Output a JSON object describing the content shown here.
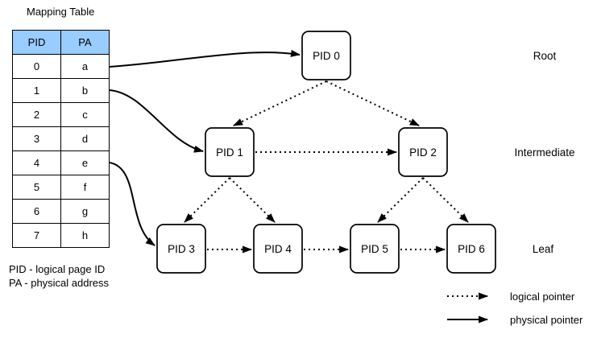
{
  "title": "Mapping Table",
  "table": {
    "headers": [
      "PID",
      "PA"
    ],
    "rows": [
      [
        "0",
        "a"
      ],
      [
        "1",
        "b"
      ],
      [
        "2",
        "c"
      ],
      [
        "3",
        "d"
      ],
      [
        "4",
        "e"
      ],
      [
        "5",
        "f"
      ],
      [
        "6",
        "g"
      ],
      [
        "7",
        "h"
      ]
    ],
    "header_bg": "#99CCFF"
  },
  "notes": [
    "PID - logical page ID",
    "PA - physical address"
  ],
  "tree": {
    "nodes": [
      {
        "id": "pid0",
        "label": "PID 0"
      },
      {
        "id": "pid1",
        "label": "PID 1"
      },
      {
        "id": "pid2",
        "label": "PID 2"
      },
      {
        "id": "pid3",
        "label": "PID 3"
      },
      {
        "id": "pid4",
        "label": "PID 4"
      },
      {
        "id": "pid5",
        "label": "PID 5"
      },
      {
        "id": "pid6",
        "label": "PID 6"
      }
    ],
    "level_labels": [
      "Root",
      "Intermediate",
      "Leaf"
    ],
    "logical_edges": [
      [
        "PID 0",
        "PID 1"
      ],
      [
        "PID 0",
        "PID 2"
      ],
      [
        "PID 1",
        "PID 2"
      ],
      [
        "PID 1",
        "PID 3"
      ],
      [
        "PID 1",
        "PID 4"
      ],
      [
        "PID 2",
        "PID 5"
      ],
      [
        "PID 2",
        "PID 6"
      ],
      [
        "PID 3",
        "PID 4"
      ],
      [
        "PID 4",
        "PID 5"
      ],
      [
        "PID 5",
        "PID 6"
      ]
    ],
    "physical_edges": [
      [
        "row 0 / a",
        "PID 0"
      ],
      [
        "row 1 / b",
        "PID 1"
      ],
      [
        "row 4 / e",
        "PID 3"
      ]
    ]
  },
  "legend": [
    {
      "style": "dotted",
      "label": "logical pointer"
    },
    {
      "style": "solid",
      "label": "physical pointer"
    }
  ],
  "colors": {
    "header_bg": "#99CCFF",
    "line": "#000000",
    "node_fill": "#ffffff"
  }
}
